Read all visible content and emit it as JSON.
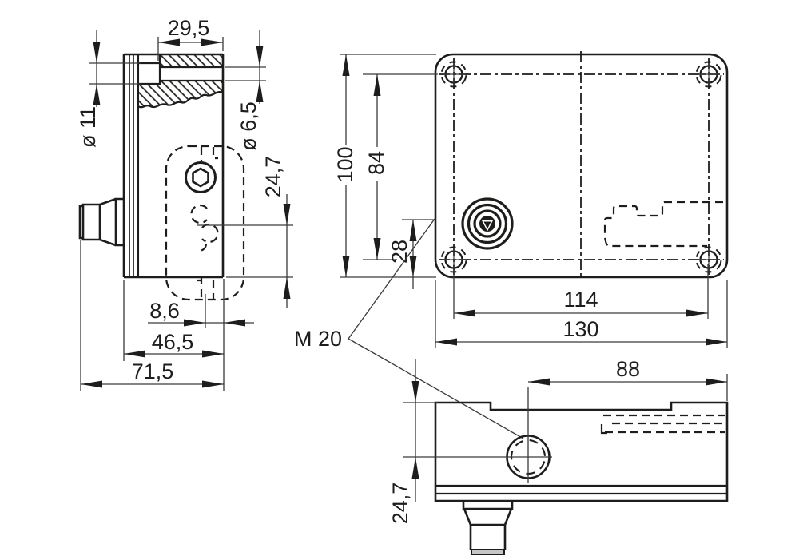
{
  "drawing": {
    "background": "#ffffff",
    "line_color": "#1d1d1b",
    "side_view": {
      "dim_top_width": "29,5",
      "dim_bore_dia": "ø 11",
      "dim_hole_dia": "ø 6,5",
      "dim_slot_height": "24,7",
      "dim_slot_offset": "8,6",
      "dim_body_width": "46,5",
      "dim_total_width": "71,5"
    },
    "plan_view": {
      "dim_height": "100",
      "dim_hole_spacing_v": "84",
      "dim_gland_height": "28",
      "dim_hole_spacing_h": "114",
      "dim_width": "130"
    },
    "front_view": {
      "dim_hole_to_edge": "88",
      "dim_hole_depth": "24,7"
    },
    "thread_label": "M 20"
  }
}
